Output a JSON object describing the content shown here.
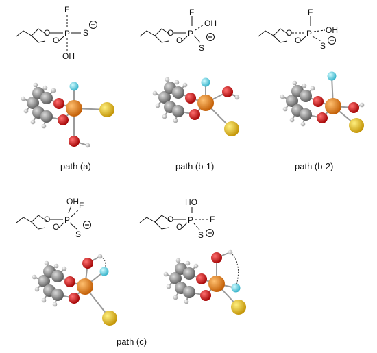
{
  "atom_labels": {
    "F": "F",
    "P": "P",
    "S": "S",
    "O": "O",
    "OH": "OH",
    "HO": "HO",
    "minus": "−"
  },
  "captions": {
    "a": "path (a)",
    "b1": "path (b-1)",
    "b2": "path (b-2)",
    "c": "path (c)"
  },
  "colors": {
    "carbon": "#8c8c8c",
    "hydrogen": "#e8e8e8",
    "oxygen": "#e60000",
    "phosphorus": "#f28c00",
    "sulfur": "#f2c200",
    "fluorine": "#66e0f0"
  }
}
